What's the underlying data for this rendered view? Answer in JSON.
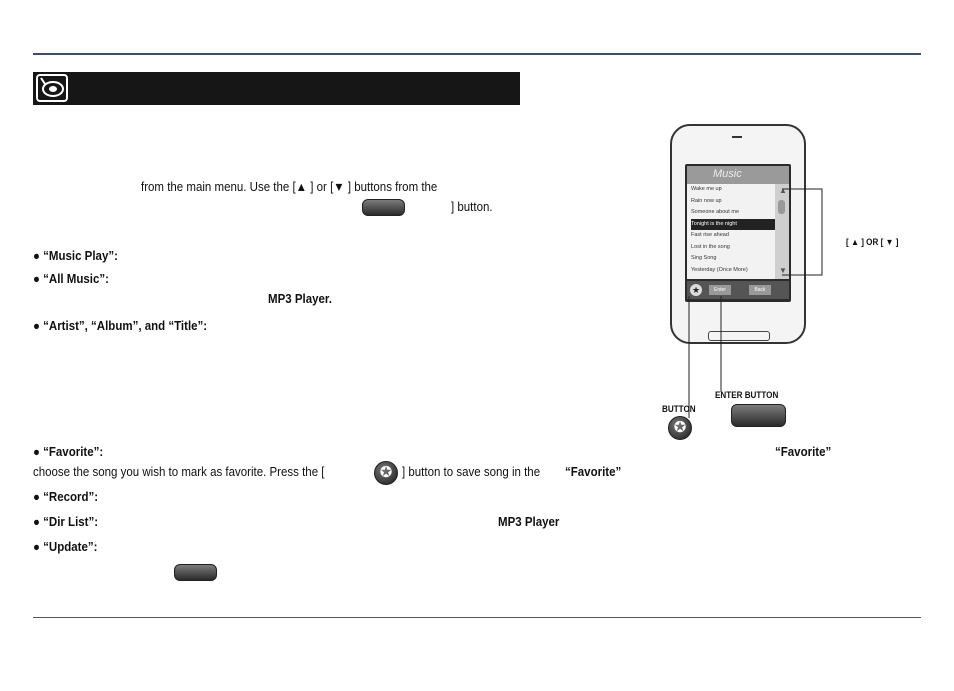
{
  "instructions": {
    "line1": "from the main menu.  Use the [▲ ] or [▼ ] buttons from the",
    "line2_end": "] button."
  },
  "options": {
    "music_play": "● “Music Play”:",
    "all_music": "● “All Music”:",
    "mp3_player_1": "MP3 Player.",
    "artist_album_title": "● “Artist”, “Album”, and “Title”:",
    "favorite": "● “Favorite”:",
    "favorite_right": "“Favorite”",
    "favorite_line2_a": "choose the song you wish to mark as favorite.  Press the [",
    "favorite_line2_b": "] button to save song in the",
    "favorite_line2_bold": "“Favorite”",
    "record": "● “Record”:",
    "dir_list": "● “Dir List”:",
    "mp3_player_2": "MP3 Player",
    "update": "● “Update”:"
  },
  "device": {
    "screen_title": "Music",
    "songs": [
      "Wake me up",
      "Rain now up",
      "Someone about me",
      "Tonight is the night",
      "Fast rise ahead",
      "Lost in the song",
      "Sing Song",
      "Yesterday (Once More)"
    ],
    "softkey_left": "Enter",
    "softkey_right": "Back"
  },
  "callouts": {
    "arrows_label": "[ ▲ ] OR [ ▼ ]",
    "button_label": "BUTTON",
    "enter_button_label": "ENTER BUTTON"
  },
  "icons": {
    "header": "music-disc-icon",
    "star": "star-icon"
  }
}
